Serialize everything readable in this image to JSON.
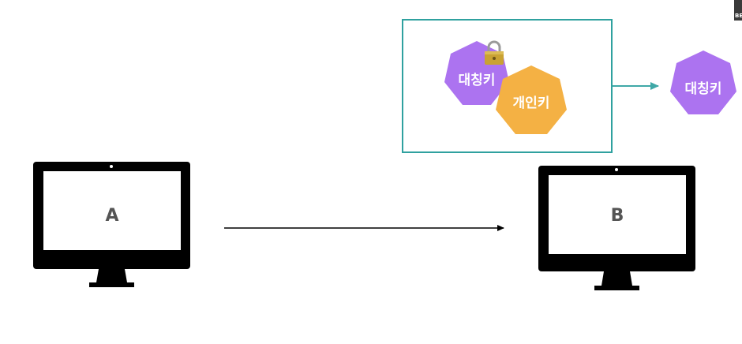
{
  "diagram": {
    "monitor_a_label": "A",
    "monitor_b_label": "B",
    "box_key_symmetric": "대칭키",
    "box_key_private": "개인키",
    "result_key": "대칭키",
    "corner_text": "BE"
  },
  "colors": {
    "symmetric_key": "#ac73f0",
    "private_key": "#f4b144",
    "box_border": "#2fa19f",
    "arrow_teal": "#3fa8a7",
    "monitor": "#000000"
  },
  "icons": {
    "lock": "padlock-icon"
  }
}
